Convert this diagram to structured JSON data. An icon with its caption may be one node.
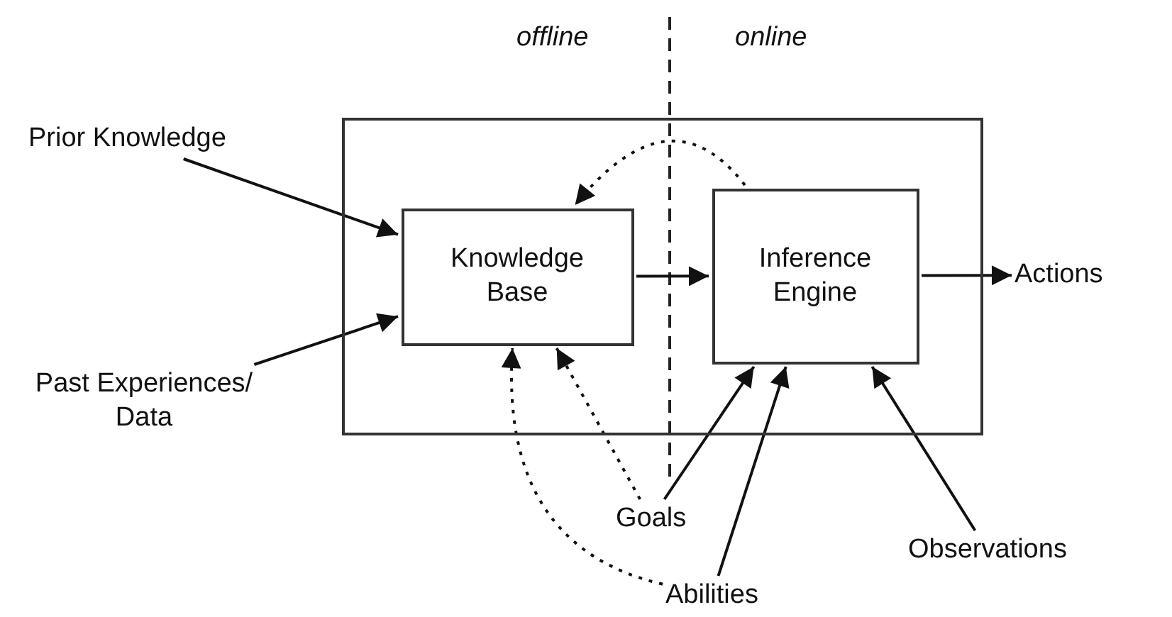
{
  "diagram": {
    "nodes": [
      {
        "text": [],
        "shape": "box"
      },
      {
        "text": [
          "Knowledge Base"
        ],
        "in": 0
      },
      {
        "text": [
          "Inference Engine"
        ],
        "in": 0
      },
      {
        "text": [
          "Prior Knowledge"
        ]
      },
      {
        "text": [
          "Past Experiences/ Data"
        ]
      },
      {
        "text": [
          "Actions"
        ]
      },
      {
        "text": [
          "Goals"
        ]
      },
      {
        "text": [
          "Abilities"
        ]
      },
      {
        "text": [
          "Observations"
        ]
      }
    ],
    "edges": [
      {
        "from": 3,
        "to": 1,
        "arrow": "to"
      },
      {
        "from": 4,
        "to": 1,
        "arrow": "to"
      },
      {
        "from": 1,
        "to": 2,
        "arrow": "to"
      },
      {
        "from": 2,
        "to": 5,
        "arrow": "to"
      },
      {
        "from": 2,
        "to": 1,
        "arrow": "to",
        "style": "dashed"
      },
      {
        "from": 6,
        "to": 1,
        "arrow": "to",
        "style": "dashed"
      },
      {
        "from": 7,
        "to": 1,
        "arrow": "to",
        "style": "dashed"
      },
      {
        "from": 6,
        "to": 2,
        "arrow": "to"
      },
      {
        "from": 7,
        "to": 2,
        "arrow": "to"
      },
      {
        "from": 8,
        "to": 2,
        "arrow": "to"
      }
    ],
    "labels": [
      "offline",
      "online"
    ]
  }
}
